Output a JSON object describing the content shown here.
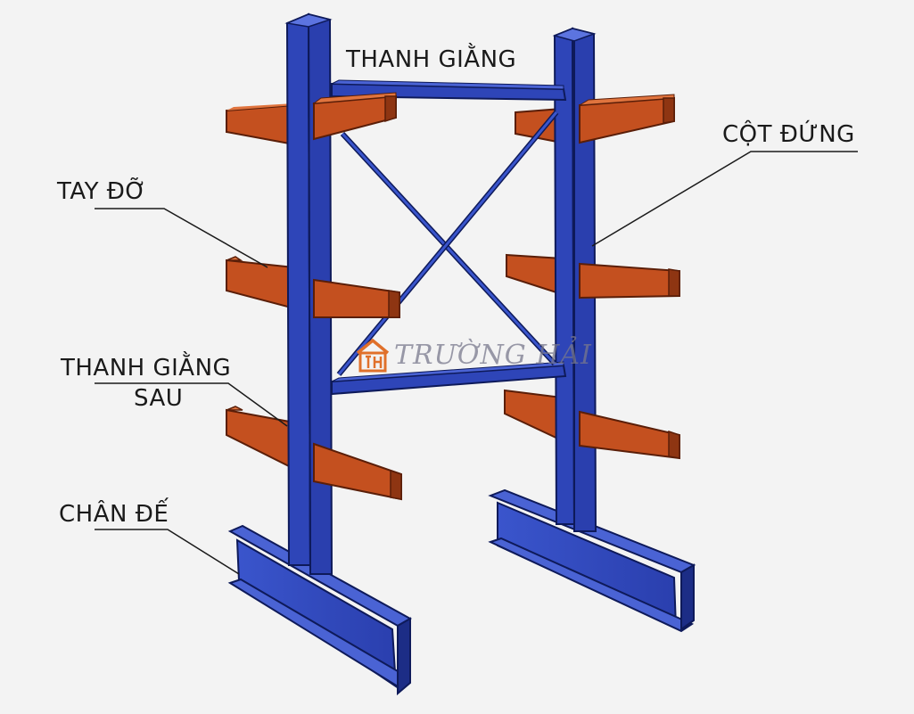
{
  "labels": {
    "bracing": "THANH GIẰNG",
    "upright": "CỘT ĐỨNG",
    "arm": "TAY ĐỠ",
    "rear_bracing_line1": "THANH GIẰNG",
    "rear_bracing_line2": "SAU",
    "base": "CHÂN ĐẾ"
  },
  "watermark": {
    "text": "TRƯỜNG HẢI",
    "logo_icon": "house-th-logo-icon"
  },
  "colors": {
    "steel_blue": "#2e45b8",
    "steel_blue_dark": "#1c2d86",
    "steel_blue_light": "#4a63d4",
    "arm_orange": "#c4501f",
    "arm_orange_dark": "#8e3512",
    "arm_orange_light": "#e0743e",
    "watermark_orange": "#e0702a",
    "background": "#f3f3f3"
  }
}
